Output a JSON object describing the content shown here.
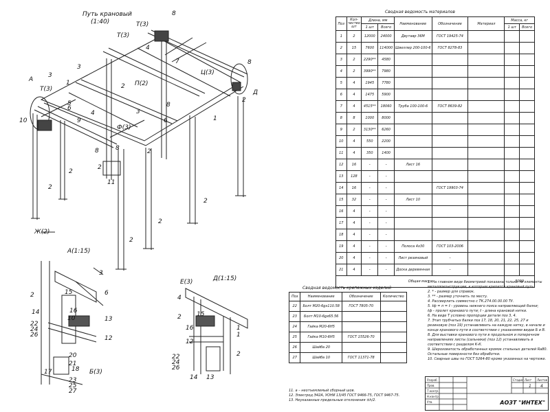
{
  "view_main": {
    "title": "Путь крановый",
    "subtitle": "(1:40)"
  },
  "view_a": {
    "title": "А(1:15)"
  },
  "view_e": {
    "title": "Е(3)"
  },
  "view_d": {
    "title": "Д(1:15)"
  },
  "main_labels": [
    "А",
    "Т(3)",
    "3",
    "1",
    "3",
    "Т(3)",
    "Т(3)",
    "4",
    "8",
    "7",
    "Ц(3)",
    "8",
    "Д",
    "2",
    "П(2)",
    "2",
    "8",
    "6",
    "4",
    "5",
    "10",
    "9",
    "6",
    "Ф(3)",
    "3",
    "1",
    "8",
    "8",
    "2",
    "2",
    "11",
    "2",
    "2",
    "2",
    "Ж(2)",
    "2",
    "2"
  ],
  "detail_a_labels": [
    "3",
    "2",
    "15",
    "6",
    "14",
    "16",
    "13",
    "22",
    "24",
    "26",
    "10",
    "12",
    "17",
    "20",
    "21",
    "18",
    "23",
    "25",
    "27",
    "Б(3)"
  ],
  "detail_e_labels": [
    "4",
    "2",
    "15",
    "16",
    "12",
    "22",
    "24",
    "26",
    "1"
  ],
  "detail_d_labels": [
    "1",
    "2",
    "13",
    "14"
  ],
  "materials_table": {
    "title": "Сводная ведомость материалов",
    "headers": [
      "Поз",
      "Кол-чество шт",
      "Длина, мм",
      "Наименование",
      "Обозначение",
      "Материал",
      "Масса, кг"
    ],
    "sub_headers": [
      "1 шт",
      "Всего",
      "1 шт",
      "Всего"
    ],
    "rows": [
      [
        "1",
        "2",
        "12000",
        "24000",
        "Двутавр 36М",
        "ГОСТ 19425-74"
      ],
      [
        "2",
        "15",
        "7600",
        "114000",
        "Швеллер 200-100-6",
        "ГОСТ 8278-83"
      ],
      [
        "3",
        "2",
        "2290**",
        "4580",
        "",
        ""
      ],
      [
        "4",
        "2",
        "3990**",
        "7980",
        "",
        ""
      ],
      [
        "5",
        "4",
        "1945",
        "7780",
        "",
        ""
      ],
      [
        "6",
        "4",
        "1475",
        "5900",
        "",
        ""
      ],
      [
        "7",
        "4",
        "4515**",
        "18060",
        "Труба 100-100-6",
        "ГОСТ 8639-82"
      ],
      [
        "8",
        "8",
        "1000",
        "8000",
        "",
        ""
      ],
      [
        "9",
        "2",
        "3130**",
        "6260",
        "",
        ""
      ],
      [
        "10",
        "4",
        "550",
        "2200",
        "",
        ""
      ],
      [
        "11",
        "4",
        "350",
        "1400",
        "",
        ""
      ],
      [
        "12",
        "16",
        "-",
        "-",
        "Лист 16",
        ""
      ],
      [
        "13",
        "128",
        "-",
        "-",
        "",
        ""
      ],
      [
        "14",
        "16",
        "-",
        "-",
        "",
        "ГОСТ 19903-74"
      ],
      [
        "15",
        "32",
        "-",
        "-",
        "Лист 10",
        ""
      ],
      [
        "16",
        "4",
        "-",
        "-",
        "",
        ""
      ],
      [
        "17",
        "4",
        "-",
        "-",
        "",
        ""
      ],
      [
        "18",
        "4",
        "-",
        "-",
        "",
        ""
      ],
      [
        "19",
        "4",
        "-",
        "-",
        "Полоса 4х30",
        "ГОСТ 103-2006"
      ],
      [
        "20",
        "4",
        "-",
        "-",
        "Лист резиновый",
        "-"
      ],
      [
        "21",
        "4",
        "-",
        "-",
        "Доска деревянная",
        "-"
      ]
    ],
    "total_label": "Общая масса",
    "total_value": "5099"
  },
  "fasteners_table": {
    "title": "Сводная ведомость крепежных изделий",
    "headers": [
      "Поз",
      "Наименование",
      "Обозначение",
      "Количество"
    ],
    "rows": [
      [
        "22",
        "Болт М20-6gх110.58",
        "ГОСТ 7805-70",
        ""
      ],
      [
        "23",
        "Болт М10-6gх65.56",
        "",
        ""
      ],
      [
        "24",
        "Гайка М20-6Н5",
        "",
        ""
      ],
      [
        "25",
        "Гайка М10-6Н5",
        "ГОСТ 15526-70",
        ""
      ],
      [
        "26",
        "Шайба 20",
        "",
        ""
      ],
      [
        "27",
        "Шайба 10",
        "ГОСТ 11371-78",
        ""
      ]
    ]
  },
  "notes": [
    "1. На главном виде биометрией показаны только те элементы",
    "металлоконструкции, к которым крепится крановый путь.",
    "2. * - размер для справок.",
    "3. ** - размер уточнить по месту.",
    "4. Рассверлить совместно с ТК.274.00.00.00 ТУ.",
    "5. ℓф = п = ℓ - уровень нижнего пояса направляющей балки;",
    "ℓф - пролет кранового пути; ℓ - длина крановой нитки.",
    "6. На виде Т условно пропорции детали поз 3, 4.",
    "7. Этап трубчатых балки поз 17, 18, 20, 21, 22, 25, 27 и",
    "резиновую (поз 19) устанавливать на каждую нитку, в начале и",
    "конце кранового пути в соответствии с указаниями видов Б и В.",
    "8. Для выставки кранового пути в продольном и поперечном",
    "направлениях листы (сальники) (поз 12) устанавливать в",
    "соответствии с разделом К-К.",
    "9. Шероховатость обработанных кромок стальных деталей Ra80.",
    "Остальные поверхности без обработки.",
    "10. Сварные швы по ГОСТ 5264-80 кроме указанных на чертеже."
  ],
  "weld_notes": [
    "11. а – неотъемлемый сборный шов.",
    "12. Электрод Э42А, УОНИ 13/45 ГОСТ 9466-75, ГОСТ 9467-75.",
    "13. Неуказанные предельные отклонения ±h/2."
  ],
  "title_block": {
    "company": "АОЗТ \"ИНТЕХ\"",
    "stage_label": "Стадия",
    "sheet_label": "Лист",
    "sheets_label": "Листов",
    "sheet_value": "1",
    "sheets_value": "4",
    "roles": [
      "Разраб.",
      "Пров.",
      "Т.контр.",
      "Н.контр.",
      "Утв."
    ]
  }
}
